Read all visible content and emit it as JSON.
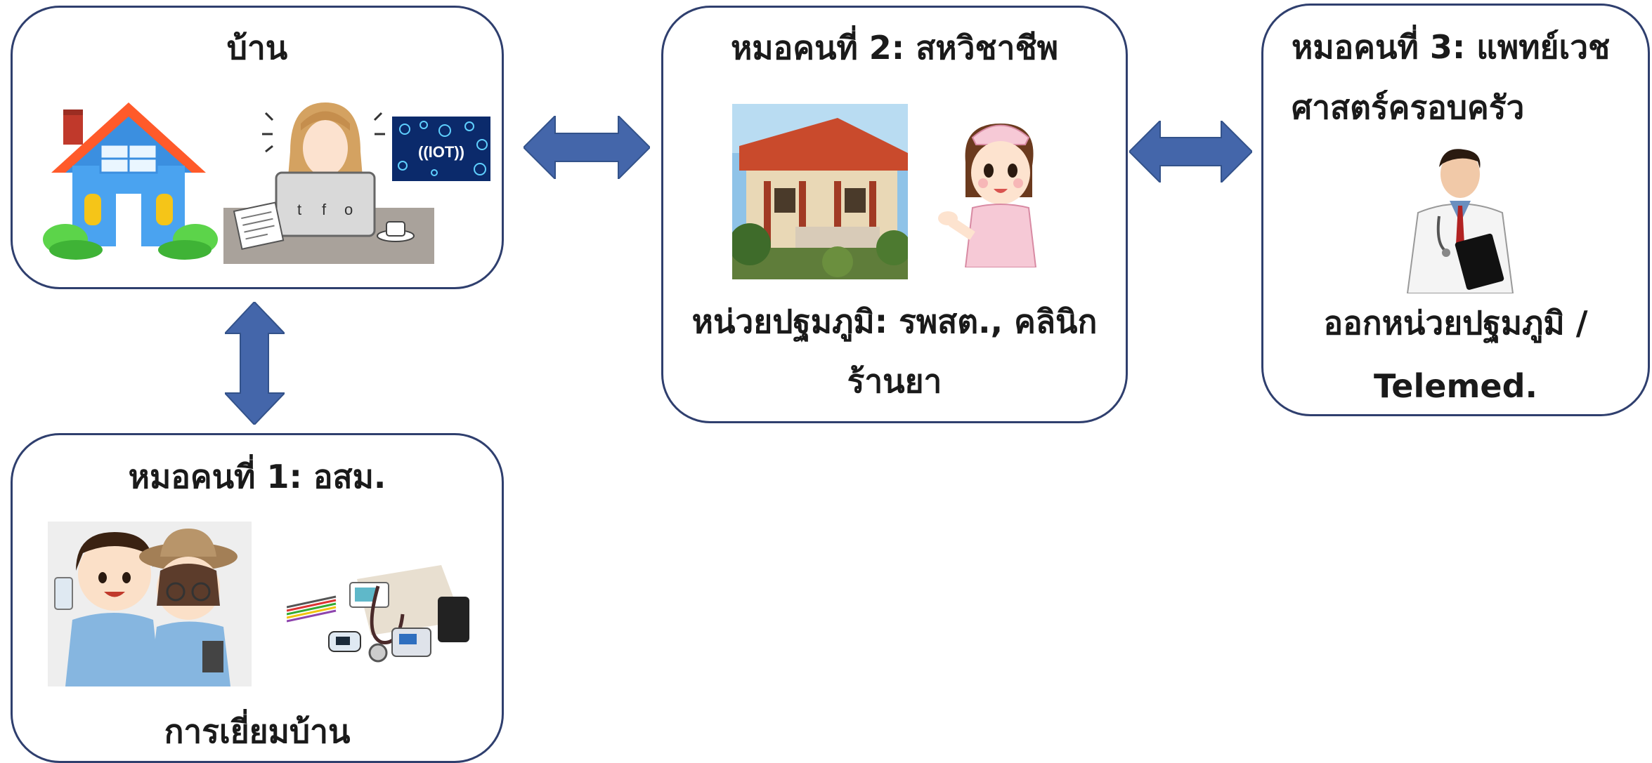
{
  "home": {
    "title": "บ้าน",
    "iot_label": "((IOT))",
    "laptop_logos": [
      "t",
      "f",
      "o"
    ]
  },
  "level2": {
    "title": "หมอคนที่ 2: สหวิชาชีพ",
    "caption_line1": "หน่วยปฐมภูมิ: รพสต., คลินิก",
    "caption_line2": "ร้านยา"
  },
  "level3": {
    "title_line1": "หมอคนที่ 3: แพทย์เวช",
    "title_line2": "ศาสตร์ครอบครัว",
    "caption_line1": "ออกหน่วยปฐมภูมิ /",
    "caption_line2": "Telemed."
  },
  "level1": {
    "title": "หมอคนที่ 1: อสม.",
    "caption": "การเยี่ยมบ้าน"
  },
  "colors": {
    "border": "#2f3f6e",
    "arrow": "#4466aa"
  }
}
